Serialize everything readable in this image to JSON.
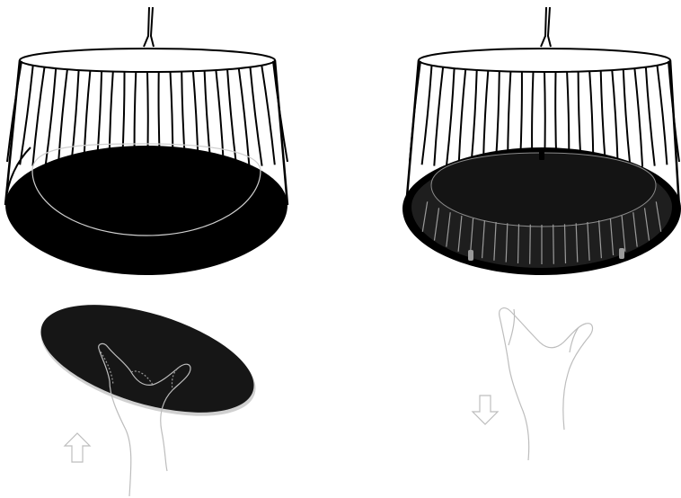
{
  "figure": {
    "panels": [
      {
        "id": "left",
        "step": "diffuser-installed",
        "action": "push-up"
      },
      {
        "id": "right",
        "step": "diffuser-removed",
        "action": "pull-down"
      }
    ],
    "colors": {
      "background": "#ffffff",
      "lamp_outline": "#000000",
      "lamp_interior": "#111111",
      "diffuser": "#161616",
      "hand_stroke": "#bdbdbd",
      "arrow_stroke": "#bdbdbd",
      "rim_highlight": "#cfcfcf"
    },
    "icons": [
      "pendant-lamp-shade",
      "diffuser-disc",
      "hand-icon",
      "arrow-up-icon",
      "arrow-down-icon"
    ]
  }
}
